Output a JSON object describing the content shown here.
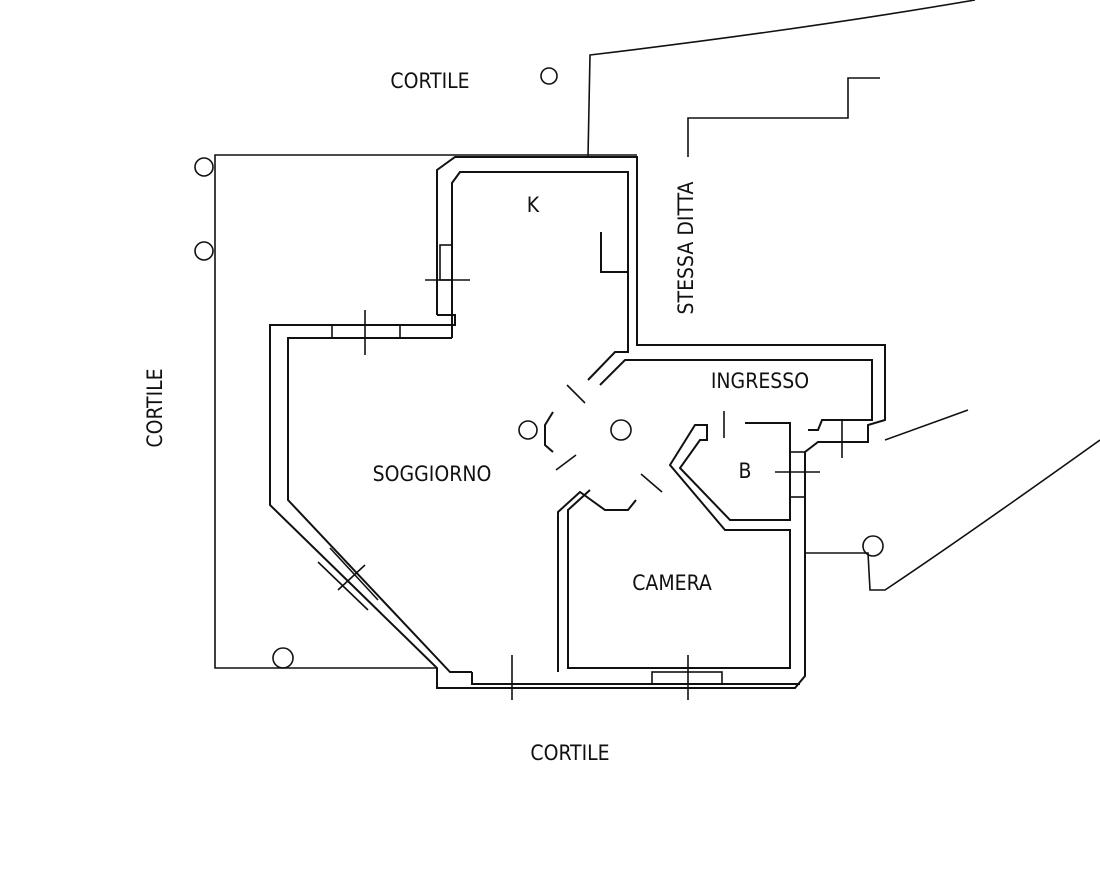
{
  "plan": {
    "labels": {
      "courtyard_top": "CORTILE",
      "courtyard_left": "CORTILE",
      "courtyard_bottom": "CORTILE",
      "kitchen": "K",
      "same_company": "STESSA DITTA",
      "entrance": "INGRESSO",
      "living_room": "SOGGIORNO",
      "bathroom": "B",
      "bedroom": "CAMERA"
    },
    "colors": {
      "ink": "#111111",
      "background": "#ffffff"
    }
  }
}
